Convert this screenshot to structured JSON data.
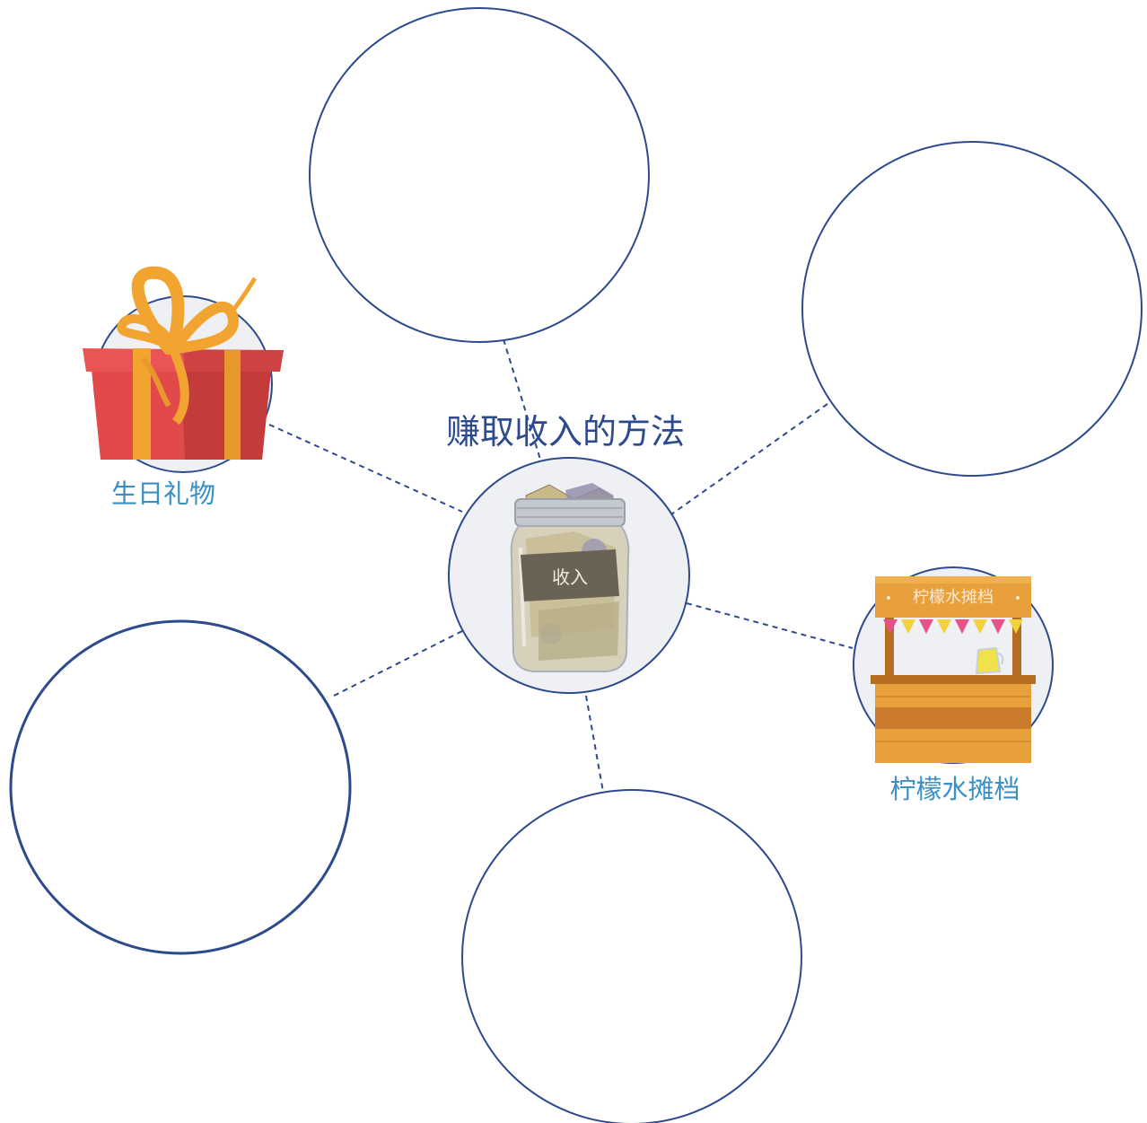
{
  "title": "赚取收入的方法",
  "center": {
    "jar_label": "收入"
  },
  "nodes": [
    {
      "id": "gift",
      "label": "生日礼物",
      "icon": "gift-box-icon"
    },
    {
      "id": "lemonade",
      "label": "柠檬水摊档",
      "sign": "柠檬水摊档",
      "icon": "lemonade-stand-icon"
    },
    {
      "id": "empty-top",
      "label": ""
    },
    {
      "id": "empty-right",
      "label": ""
    },
    {
      "id": "empty-bottom",
      "label": ""
    },
    {
      "id": "empty-left",
      "label": ""
    }
  ],
  "colors": {
    "circle_stroke": "#2c4a8c",
    "title_text": "#2c4a8c",
    "label_text": "#3a8fc4",
    "connector": "#2c4a8c",
    "icon_bg": "#eef0f3"
  }
}
